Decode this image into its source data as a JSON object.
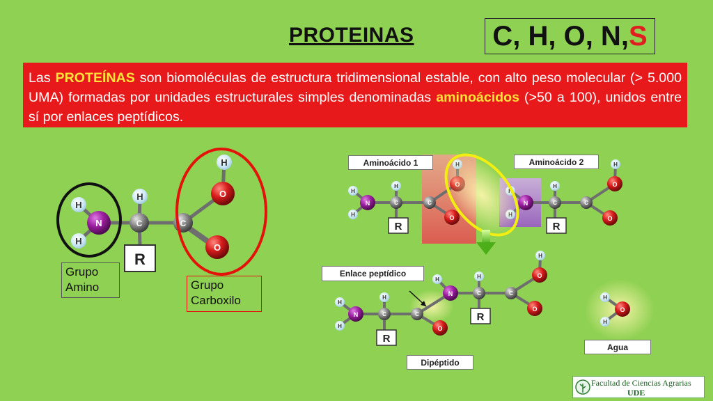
{
  "title": "PROTEINAS",
  "elements": {
    "main": "C, H, O, N, ",
    "sulfur": "S"
  },
  "intro": {
    "p1": "Las ",
    "k1": "PROTEÍNAS",
    "p2": " son biomoléculas de estructura tridimensional estable, con alto peso molecular (> 5.000 UMA) formadas por unidades estructurales simples denominadas ",
    "k2": "aminoácidos",
    "p3": " (>50 a 100), unidos entre sí por enlaces peptídicos."
  },
  "left_molecule": {
    "atoms": {
      "H": "H",
      "N": "N",
      "C": "C",
      "O": "O",
      "R": "R"
    },
    "amino_group_label": "Grupo Amino",
    "carboxyl_group_label": "Grupo Carboxilo"
  },
  "right_diagram": {
    "aa1_label": "Aminoácido 1",
    "aa2_label": "Aminoácido 2",
    "peptide_bond_label": "Enlace peptídico",
    "dipeptide_label": "Dipéptido",
    "water_label": "Agua"
  },
  "logo": {
    "line1": "Facultad de Ciencias Agrarias",
    "line2": "UDE"
  },
  "colors": {
    "background": "#8fd152",
    "intro_bg": "#e8191a",
    "highlight": "#ffe23a",
    "nitrogen": "#9c1fa0",
    "oxygen": "#d81b1b",
    "hydrogen": "#cfe9f5",
    "carbon": "#8a8a8a",
    "amino_ring": "#111111",
    "carboxyl_ring": "#e3120b",
    "bond_ellipse": "#f2ee12"
  }
}
